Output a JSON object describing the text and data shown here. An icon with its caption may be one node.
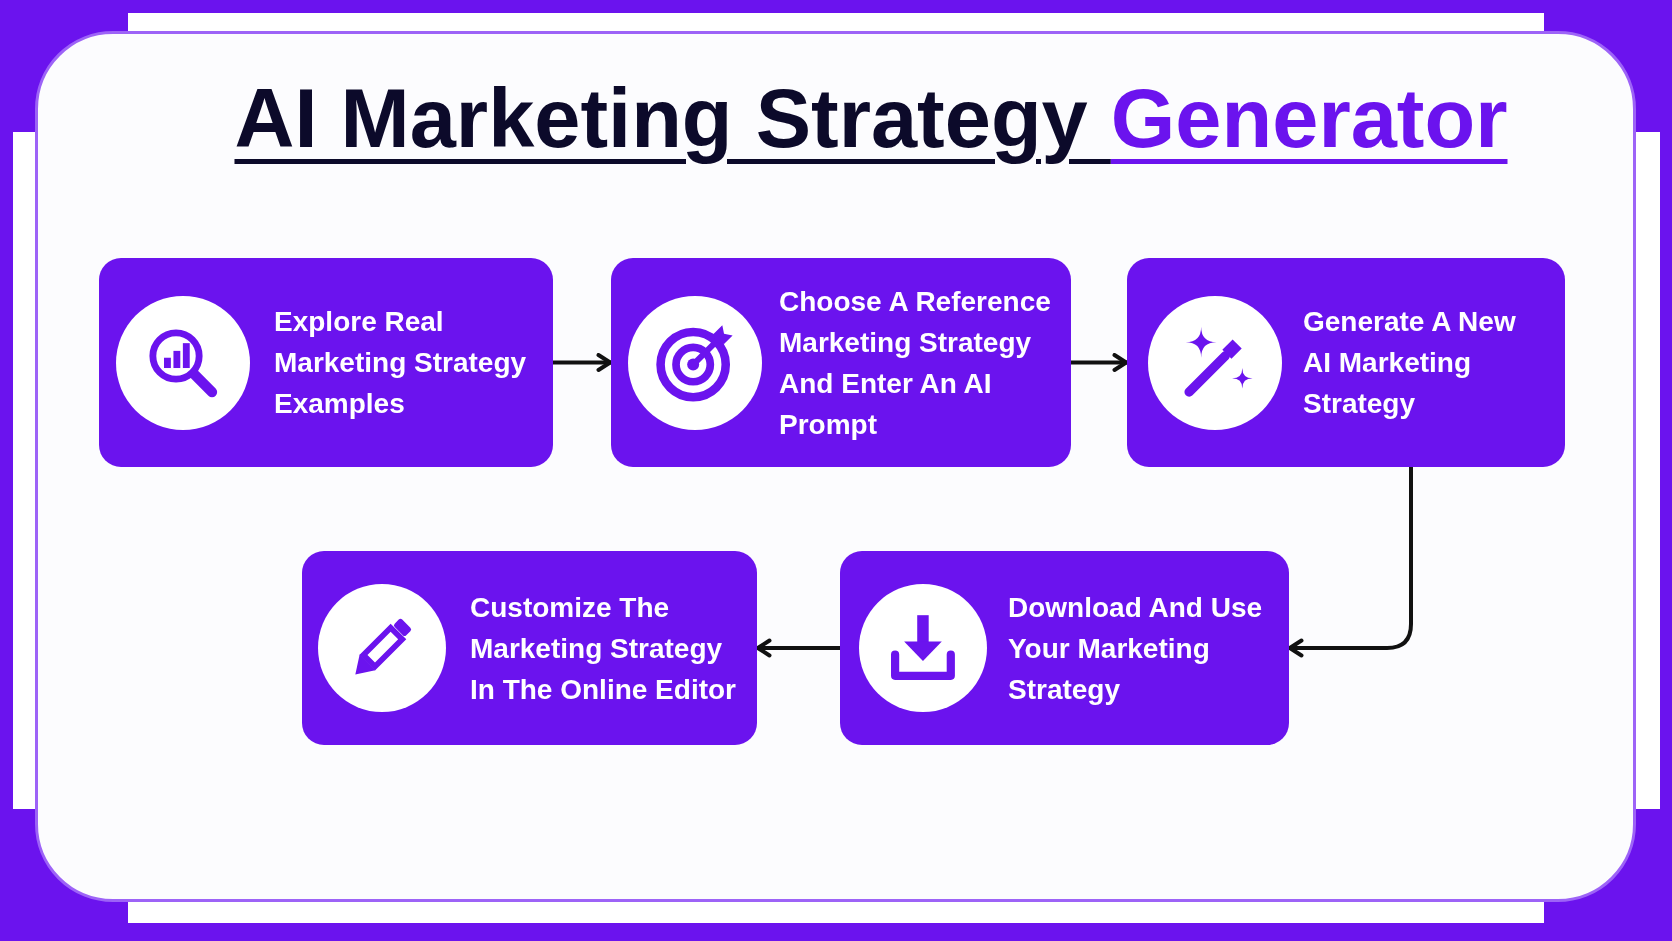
{
  "diagram": {
    "title": "AI Marketing Strategy Generator",
    "nodes": [
      {
        "text": [
          "Explore Real Marketing Strategy Examples"
        ]
      },
      {
        "text": [
          "Choose A Reference Marketing Strategy And Enter An AI Prompt"
        ]
      },
      {
        "text": [
          "Generate A New AI Marketing Strategy"
        ]
      },
      {
        "text": [
          "Customize The Marketing Strategy In The Online Editor"
        ]
      },
      {
        "text": [
          "Download And Use Your Marketing Strategy"
        ]
      }
    ],
    "edges": [
      {
        "from": 0,
        "to": 1,
        "arrow": "to"
      },
      {
        "from": 1,
        "to": 2,
        "arrow": "to"
      },
      {
        "from": 2,
        "to": 4,
        "arrow": "to"
      },
      {
        "from": 4,
        "to": 3,
        "arrow": "to"
      }
    ]
  }
}
